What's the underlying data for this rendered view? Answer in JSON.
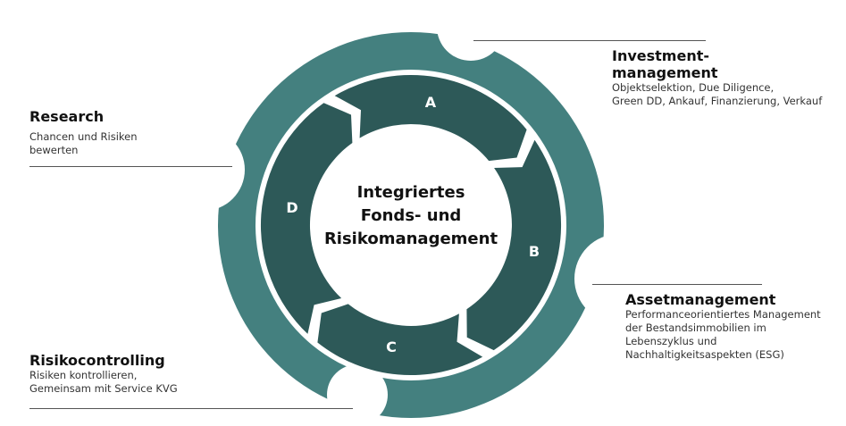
{
  "colors": {
    "outer_ring": "#44807f",
    "arrows": "#2d5958",
    "lines": "#555555"
  },
  "center_text": "Integriertes\nFonds- und\nRisikomanagement",
  "arrows": [
    {
      "label": "A"
    },
    {
      "label": "B"
    },
    {
      "label": "C"
    },
    {
      "label": "D"
    }
  ],
  "sections": {
    "investment": {
      "title": "Investment-\nmanagement",
      "desc": "Objektselektion, Due Diligence,\nGreen DD, Ankauf, Finanzierung, Verkauf"
    },
    "research": {
      "title": "Research",
      "desc": "Chancen und Risiken\nbewerten"
    },
    "asset": {
      "title": "Assetmanagement",
      "desc": "Performanceorientiertes Management\nder Bestandsimmobilien im\nLebenszyklus und\nNachhaltigkeitsaspekten (ESG)"
    },
    "risiko": {
      "title": "Risikocontrolling",
      "desc": "Risiken kontrollieren,\nGemeinsam mit Service KVG"
    }
  }
}
